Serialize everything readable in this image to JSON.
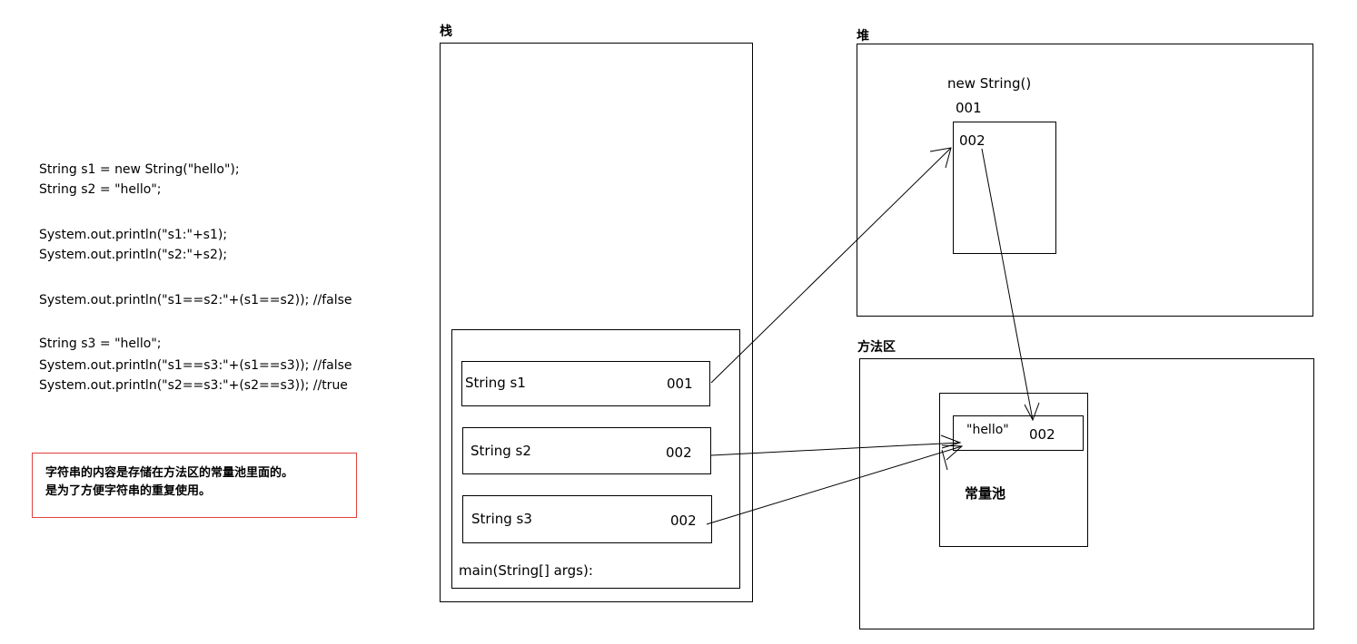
{
  "code": {
    "lines": [
      "String s1 = new String(\"hello\");",
      "String s2 = \"hello\";",
      "System.out.println(\"s1:\"+s1);",
      "System.out.println(\"s2:\"+s2);",
      "System.out.println(\"s1==s2:\"+(s1==s2)); //false",
      "String s3 = \"hello\";",
      "System.out.println(\"s1==s3:\"+(s1==s3)); //false",
      "System.out.println(\"s2==s3:\"+(s2==s3)); //true"
    ]
  },
  "note": {
    "line1": "字符串的内容是存储在方法区的常量池里面的。",
    "line2": "是为了方便字符串的重复使用。"
  },
  "stack": {
    "title": "栈",
    "frame_label": "main(String[] args):",
    "vars": [
      {
        "name": "String s1",
        "value": "001"
      },
      {
        "name": "String s2",
        "value": "002"
      },
      {
        "name": "String s3",
        "value": "002"
      }
    ]
  },
  "heap": {
    "title": "堆",
    "object_label": "new String()",
    "object_address": "001",
    "object_value": "002"
  },
  "method_area": {
    "title": "方法区",
    "pool_label": "常量池",
    "literal_text": "\"hello\"",
    "literal_address": "002"
  }
}
